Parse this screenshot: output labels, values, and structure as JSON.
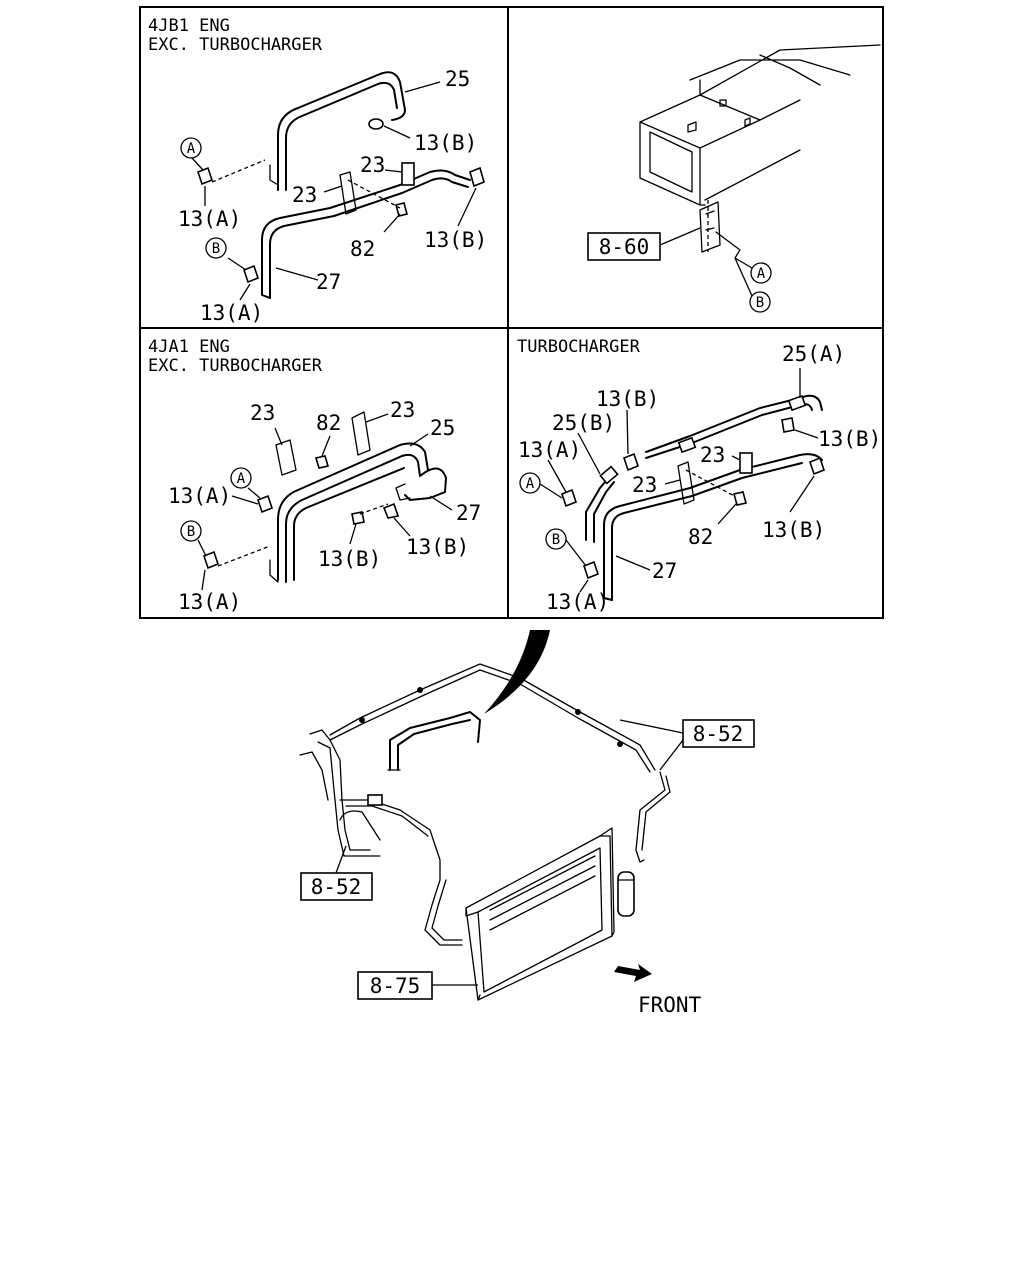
{
  "panels": {
    "top_left": {
      "header_line1": "4JB1 ENG",
      "header_line2": "EXC. TURBOCHARGER",
      "labels": {
        "p25": "25",
        "p13b_a": "13(B)",
        "p23_a": "23",
        "p23_b": "23",
        "p13a_a": "13(A)",
        "p82": "82",
        "p13b_b": "13(B)",
        "p27": "27",
        "p13a_b": "13(A)",
        "circle_a": "A",
        "circle_b": "B"
      }
    },
    "top_right": {
      "ref_box": "8-60",
      "circle_a": "A",
      "circle_b": "B"
    },
    "bottom_left": {
      "header_line1": "4JA1 ENG",
      "header_line2": "EXC. TURBOCHARGER",
      "labels": {
        "p23_a": "23",
        "p82": "82",
        "p23_b": "23",
        "p25": "25",
        "p13a_a": "13(A)",
        "p27": "27",
        "p13b_a": "13(B)",
        "p13b_b": "13(B)",
        "p13a_b": "13(A)",
        "circle_a": "A",
        "circle_b": "B"
      }
    },
    "bottom_right": {
      "header_line1": "TURBOCHARGER",
      "labels": {
        "p25a": "25(A)",
        "p13b_a": "13(B)",
        "p25b": "25(B)",
        "p13b_b": "13(B)",
        "p13a_a": "13(A)",
        "p23_a": "23",
        "p23_b": "23",
        "p82": "82",
        "p13b_c": "13(B)",
        "p27": "27",
        "p13a_b": "13(A)",
        "circle_a": "A",
        "circle_b": "B"
      }
    }
  },
  "lower": {
    "ref_box_1": "8-52",
    "ref_box_2": "8-52",
    "ref_box_3": "8-75",
    "front_label": "FRONT"
  }
}
